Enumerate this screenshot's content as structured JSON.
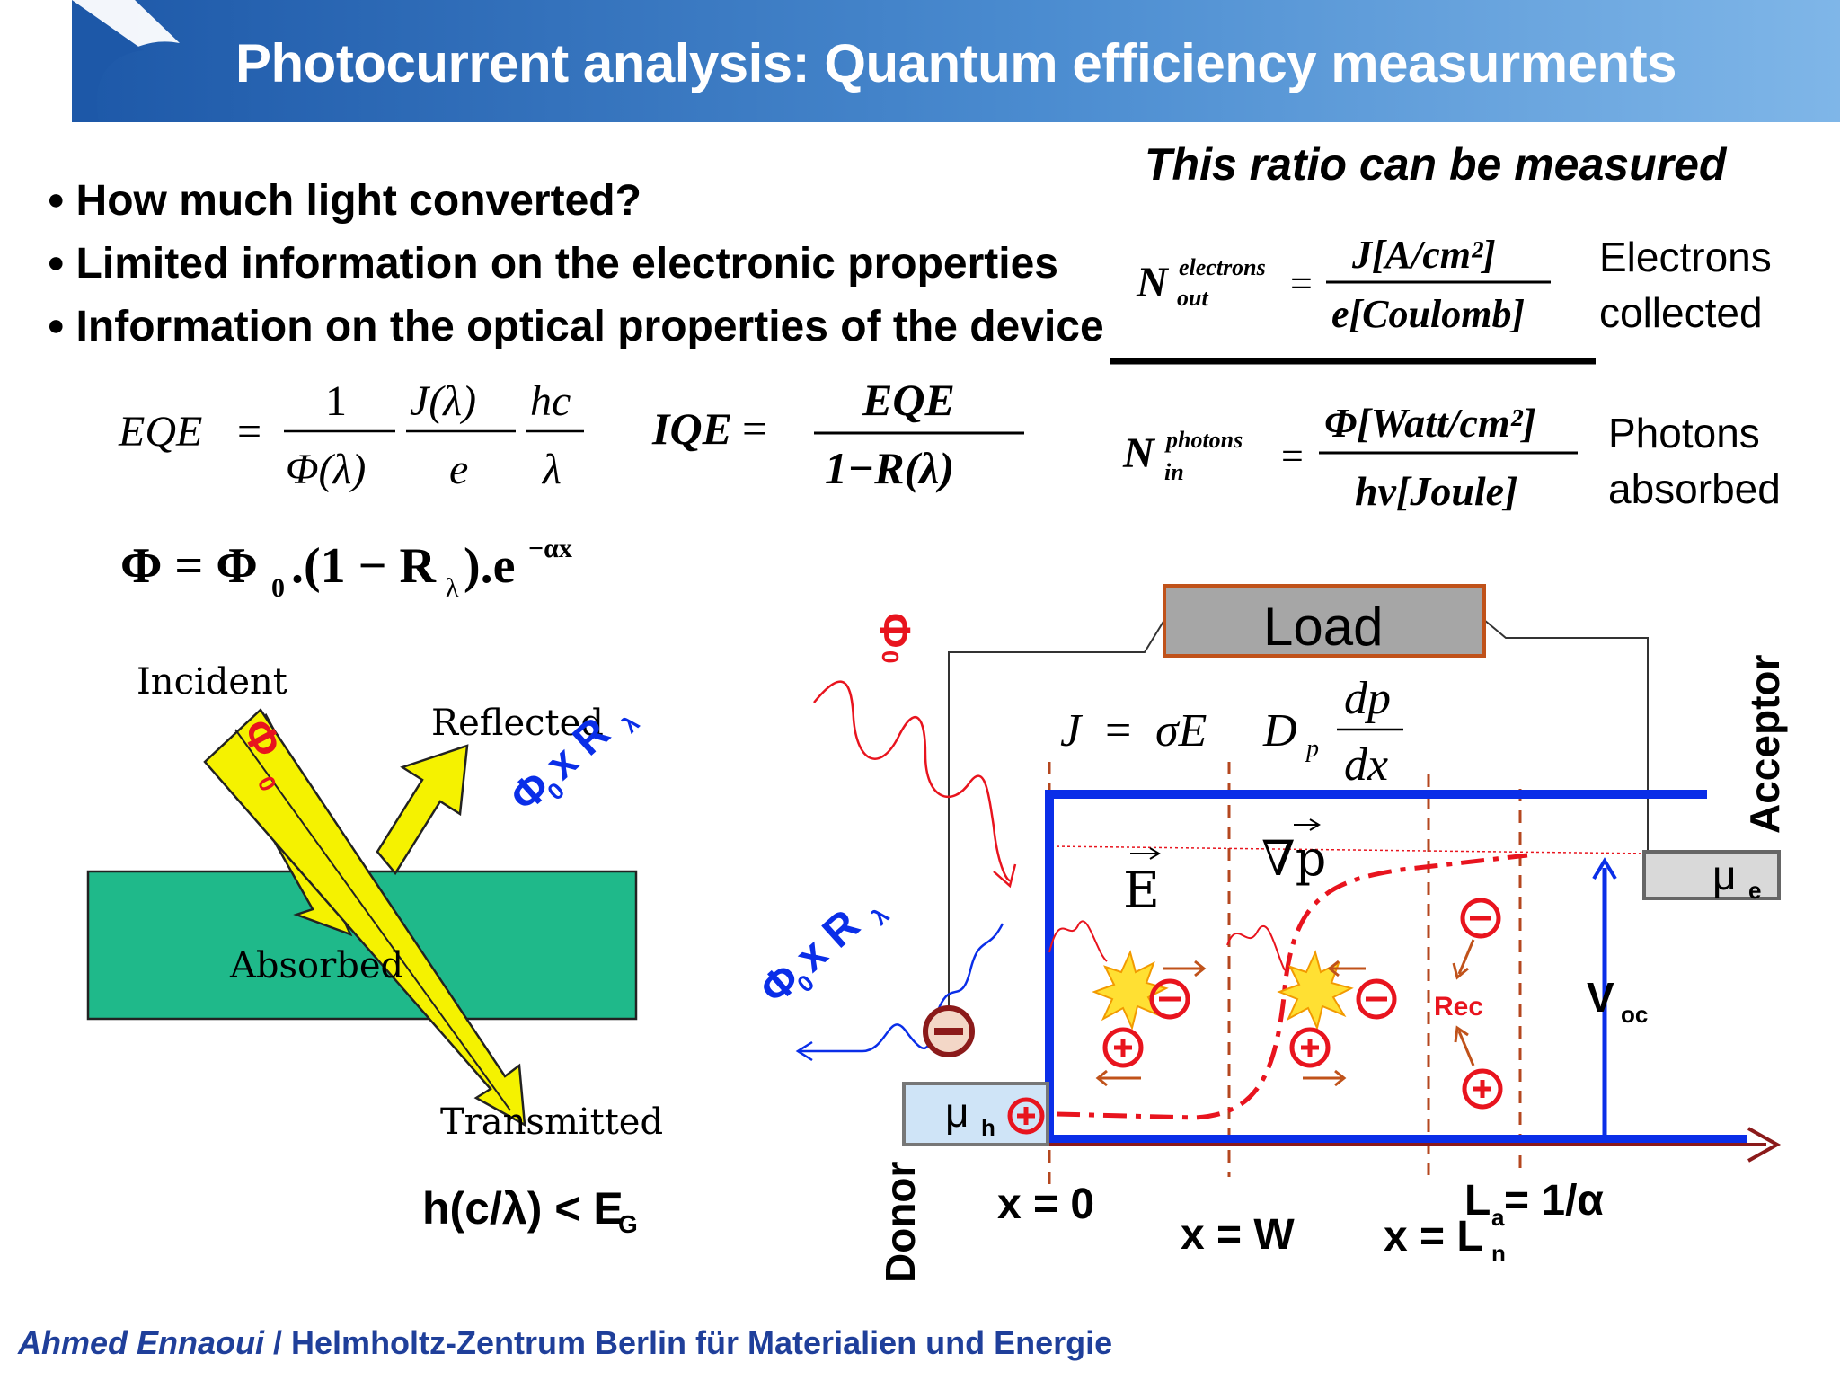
{
  "header": {
    "title": "Photocurrent analysis: Quantum efficiency measurments",
    "bg_colors": [
      "#1d58a8",
      "#7fb6e8"
    ]
  },
  "bullets": [
    "How much light converted?",
    "Limited information on the electronic properties",
    "Information on the optical properties of the device"
  ],
  "ratio_box": {
    "title": "This ratio can be measured",
    "top_label_1": "Electrons",
    "top_label_2": "collected",
    "bottom_label_1": "Photons",
    "bottom_label_2": "absorbed",
    "n_out": "N",
    "n_out_sup": "electrons",
    "n_out_sub": "out",
    "n_out_num": "J[A/cm²]",
    "n_out_den": "e[Coulomb]",
    "n_in": "N",
    "n_in_sup": "photons",
    "n_in_sub": "in",
    "n_in_num": "Φ[Watt/cm²]",
    "n_in_den": "hv[Joule]"
  },
  "formulas": {
    "eqe_lhs": "EQE",
    "eqe_f1_num": "1",
    "eqe_f1_den": "Φ(λ)",
    "eqe_f2_num": "J(λ)",
    "eqe_f2_den": "e",
    "eqe_f3_num": "hc",
    "eqe_f3_den": "λ",
    "iqe_lhs": "IQE",
    "iqe_num": "EQE",
    "iqe_den": "1−R(λ)",
    "phi_eq": "Φ = Φ",
    "phi_sub0": "0",
    "phi_mid": ".(1 − R",
    "phi_sublambda": "λ",
    "phi_end": ").e",
    "phi_sup": "−αx"
  },
  "slab": {
    "incident": "Incident",
    "reflected": "Reflected",
    "absorbed": "Absorbed",
    "transmitted": "Transmitted",
    "phi0": "Φ",
    "phi0_sub": "0",
    "phi0_r": "Φ",
    "phi0_r_sub": "0",
    "phi0_r_tail": "x R",
    "phi0_r_sublambda": "λ",
    "condition_main": "h(c/λ) < E",
    "condition_sub": "G",
    "slab_color": "#1fb98a",
    "beam_color": "#f5f200"
  },
  "device": {
    "load": "Load",
    "acceptor": "Acceptor",
    "donor": "Donor",
    "mu_e": "μ",
    "mu_e_sub": "e",
    "mu_h": "μ",
    "mu_h_sub": "h",
    "e_field": "E",
    "grad_p": "∇p",
    "rec": "Rec",
    "voc": "V",
    "voc_sub": "oc",
    "x0": "x = 0",
    "xw": "x = W",
    "xln": "x = L",
    "xln_sub": "n",
    "la": "L",
    "la_sub": "a",
    "la_tail": "= 1/α",
    "current_eq_lhs": "J",
    "current_eq_mid": "σE",
    "current_eq_d": "D",
    "current_eq_dsub": "p",
    "current_eq_num": "dp",
    "current_eq_den": "dx",
    "phi0_incoming": "Φ",
    "phi0_incoming_sub": "0",
    "phi0_reflected": "Φ",
    "phi0_reflected_sub": "0",
    "phi0_reflected_tail": "x R",
    "phi0_reflected_sublambda": "λ",
    "band_color": "#0a2ee8",
    "carrier_color": "#e8141e"
  },
  "footer": {
    "author": "Ahmed Ennaoui",
    "sep": " / ",
    "institution": "Helmholtz-Zentrum Berlin für Materialien und Energie"
  }
}
